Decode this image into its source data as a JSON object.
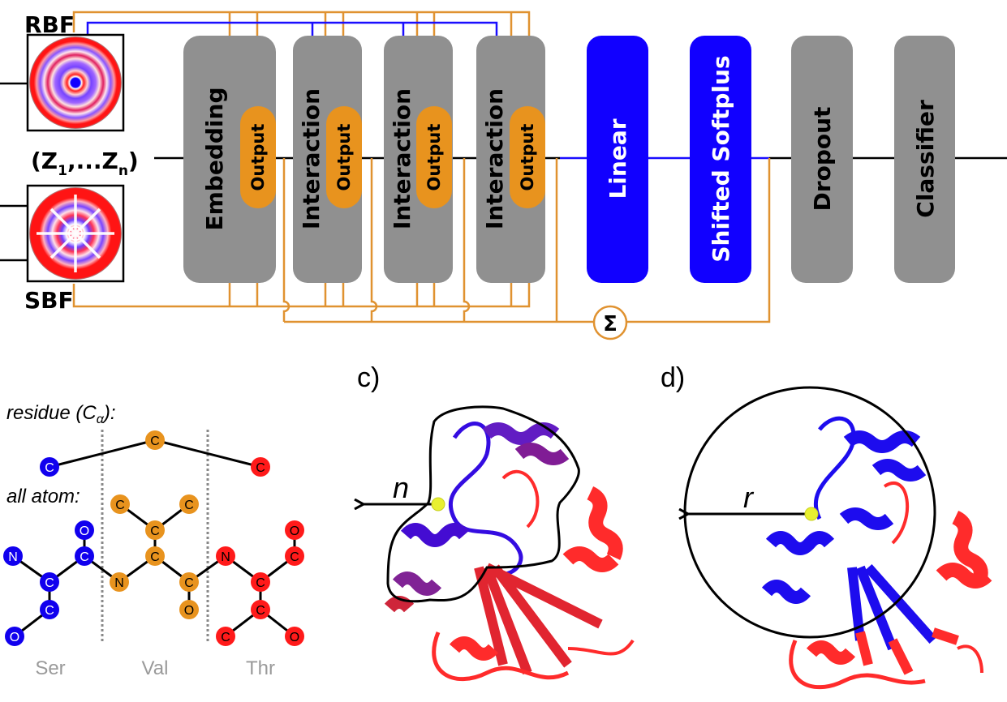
{
  "colors": {
    "block_gray": "#909090",
    "block_blue": "#1100ff",
    "output_orange": "#e8931e",
    "wire_orange": "#e09230",
    "wire_blue": "#1a0dff",
    "ser": "#1100ee",
    "val": "#e8931e",
    "thr": "#ff1a1a",
    "probe": "#e8f030"
  },
  "panel_a": {
    "rbf_label": "RBF",
    "sbf_label": "SBF",
    "input_label_prefix": "(Z",
    "input_sub_1": "1",
    "input_label_mid": ",...Z",
    "input_sub_n": "n",
    "input_label_suffix": ")",
    "blocks": [
      {
        "label": "Embedding",
        "style": "gray",
        "has_output": true
      },
      {
        "label": "Interaction",
        "style": "gray",
        "has_output": true
      },
      {
        "label": "Interaction",
        "style": "gray",
        "has_output": true
      },
      {
        "label": "Interaction",
        "style": "gray",
        "has_output": true
      },
      {
        "label": "Linear",
        "style": "blue",
        "has_output": false
      },
      {
        "label": "Shifted Softplus",
        "style": "blue",
        "has_output": false
      },
      {
        "label": "Dropout",
        "style": "gray",
        "has_output": false
      },
      {
        "label": "Classifier",
        "style": "gray",
        "has_output": false
      }
    ],
    "output_label": "Output",
    "sum_symbol": "Σ"
  },
  "panel_b": {
    "residue_label": "residue (C",
    "residue_sub": "α",
    "residue_suffix": "):",
    "all_atom_label": "all atom:",
    "residues": [
      "Ser",
      "Val",
      "Thr"
    ],
    "ca_atoms": [
      {
        "element": "C",
        "residue": "Ser"
      },
      {
        "element": "C",
        "residue": "Val"
      },
      {
        "element": "C",
        "residue": "Thr"
      }
    ],
    "atoms": [
      {
        "id": "s1",
        "element": "N",
        "residue": "Ser"
      },
      {
        "id": "s2",
        "element": "C",
        "residue": "Ser"
      },
      {
        "id": "s3",
        "element": "C",
        "residue": "Ser"
      },
      {
        "id": "s4",
        "element": "O",
        "residue": "Ser"
      },
      {
        "id": "s5",
        "element": "C",
        "residue": "Ser"
      },
      {
        "id": "s6",
        "element": "O",
        "residue": "Ser"
      },
      {
        "id": "v1",
        "element": "N",
        "residue": "Val"
      },
      {
        "id": "v2",
        "element": "C",
        "residue": "Val"
      },
      {
        "id": "v3",
        "element": "C",
        "residue": "Val"
      },
      {
        "id": "v4",
        "element": "C",
        "residue": "Val"
      },
      {
        "id": "v5",
        "element": "C",
        "residue": "Val"
      },
      {
        "id": "v6",
        "element": "C",
        "residue": "Val"
      },
      {
        "id": "v7",
        "element": "O",
        "residue": "Val"
      },
      {
        "id": "t1",
        "element": "N",
        "residue": "Thr"
      },
      {
        "id": "t2",
        "element": "C",
        "residue": "Thr"
      },
      {
        "id": "t3",
        "element": "C",
        "residue": "Thr"
      },
      {
        "id": "t4",
        "element": "C",
        "residue": "Thr"
      },
      {
        "id": "t5",
        "element": "O",
        "residue": "Thr"
      },
      {
        "id": "t6",
        "element": "C",
        "residue": "Thr"
      },
      {
        "id": "t7",
        "element": "O",
        "residue": "Thr"
      }
    ],
    "bonds": [
      [
        "s1",
        "s2"
      ],
      [
        "s2",
        "s3"
      ],
      [
        "s3",
        "s4"
      ],
      [
        "s2",
        "s5"
      ],
      [
        "s5",
        "s6"
      ],
      [
        "s5",
        "v1"
      ],
      [
        "v1",
        "v2"
      ],
      [
        "v2",
        "v3"
      ],
      [
        "v3",
        "v4"
      ],
      [
        "v3",
        "v5"
      ],
      [
        "v2",
        "v6"
      ],
      [
        "v6",
        "v7"
      ],
      [
        "v6",
        "t1"
      ],
      [
        "t1",
        "t2"
      ],
      [
        "t2",
        "t3"
      ],
      [
        "t3",
        "t4"
      ],
      [
        "t3",
        "t5"
      ],
      [
        "t2",
        "t6"
      ],
      [
        "t6",
        "t7"
      ]
    ]
  },
  "panel_c": {
    "label": "c)",
    "vector_label": "n"
  },
  "panel_d": {
    "label": "d)",
    "radius_label": "r"
  }
}
